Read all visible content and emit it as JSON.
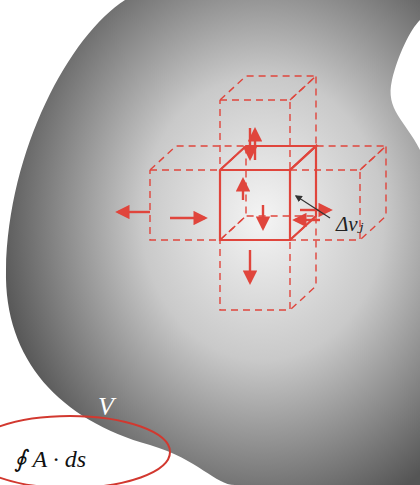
{
  "diagram": {
    "labels": [
      "V",
      "Δvⱼ",
      "∮ A · ds"
    ]
  }
}
